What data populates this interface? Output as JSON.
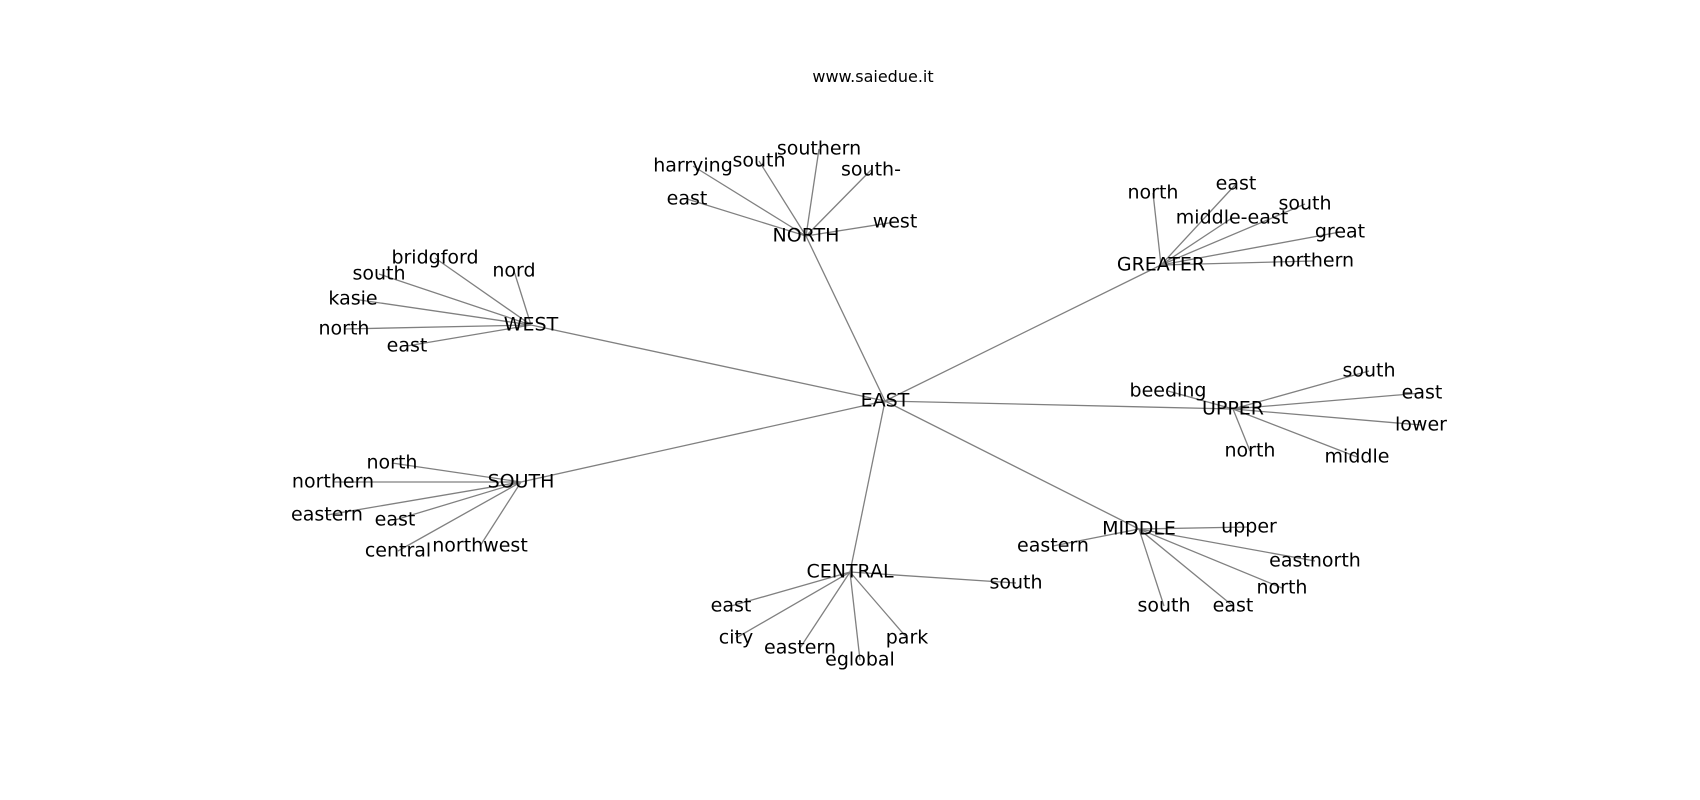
{
  "title": "www.saiedue.it",
  "colors": {
    "edge": "#808080",
    "text": "#000000",
    "background": "#ffffff"
  },
  "center": "EAST",
  "clusters": [
    {
      "id": "north",
      "label": "NORTH",
      "children": [
        {
          "id": "north-harrying",
          "label": "harrying"
        },
        {
          "id": "north-south",
          "label": "south"
        },
        {
          "id": "north-southern",
          "label": "southern"
        },
        {
          "id": "north-south-dash",
          "label": "south-"
        },
        {
          "id": "north-east",
          "label": "east"
        },
        {
          "id": "north-west",
          "label": "west"
        }
      ]
    },
    {
      "id": "greater",
      "label": "GREATER",
      "children": [
        {
          "id": "greater-north",
          "label": "north"
        },
        {
          "id": "greater-east",
          "label": "east"
        },
        {
          "id": "greater-middle-east",
          "label": "middle-east"
        },
        {
          "id": "greater-south",
          "label": "south"
        },
        {
          "id": "greater-great",
          "label": "great"
        },
        {
          "id": "greater-northern",
          "label": "northern"
        }
      ]
    },
    {
      "id": "west",
      "label": "WEST",
      "children": [
        {
          "id": "west-bridgford",
          "label": "bridgford"
        },
        {
          "id": "west-nord",
          "label": "nord"
        },
        {
          "id": "west-south",
          "label": "south"
        },
        {
          "id": "west-kasie",
          "label": "kasie"
        },
        {
          "id": "west-north",
          "label": "north"
        },
        {
          "id": "west-east",
          "label": "east"
        }
      ]
    },
    {
      "id": "upper",
      "label": "UPPER",
      "children": [
        {
          "id": "upper-beeding",
          "label": "beeding"
        },
        {
          "id": "upper-south",
          "label": "south"
        },
        {
          "id": "upper-east",
          "label": "east"
        },
        {
          "id": "upper-lower",
          "label": "lower"
        },
        {
          "id": "upper-north",
          "label": "north"
        },
        {
          "id": "upper-middle",
          "label": "middle"
        }
      ]
    },
    {
      "id": "south",
      "label": "SOUTH",
      "children": [
        {
          "id": "south-north",
          "label": "north"
        },
        {
          "id": "south-northern",
          "label": "northern"
        },
        {
          "id": "south-eastern",
          "label": "eastern"
        },
        {
          "id": "south-east",
          "label": "east"
        },
        {
          "id": "south-central",
          "label": "central"
        },
        {
          "id": "south-northwest",
          "label": "northwest"
        }
      ]
    },
    {
      "id": "middle",
      "label": "MIDDLE",
      "children": [
        {
          "id": "middle-upper",
          "label": "upper"
        },
        {
          "id": "middle-eastern",
          "label": "eastern"
        },
        {
          "id": "middle-eastnorth",
          "label": "eastnorth"
        },
        {
          "id": "middle-north",
          "label": "north"
        },
        {
          "id": "middle-south",
          "label": "south"
        },
        {
          "id": "middle-east",
          "label": "east"
        }
      ]
    },
    {
      "id": "central",
      "label": "CENTRAL",
      "children": [
        {
          "id": "central-south",
          "label": "south"
        },
        {
          "id": "central-east",
          "label": "east"
        },
        {
          "id": "central-city",
          "label": "city"
        },
        {
          "id": "central-eastern",
          "label": "eastern"
        },
        {
          "id": "central-eglobal",
          "label": "eglobal"
        },
        {
          "id": "central-park",
          "label": "park"
        }
      ]
    }
  ]
}
